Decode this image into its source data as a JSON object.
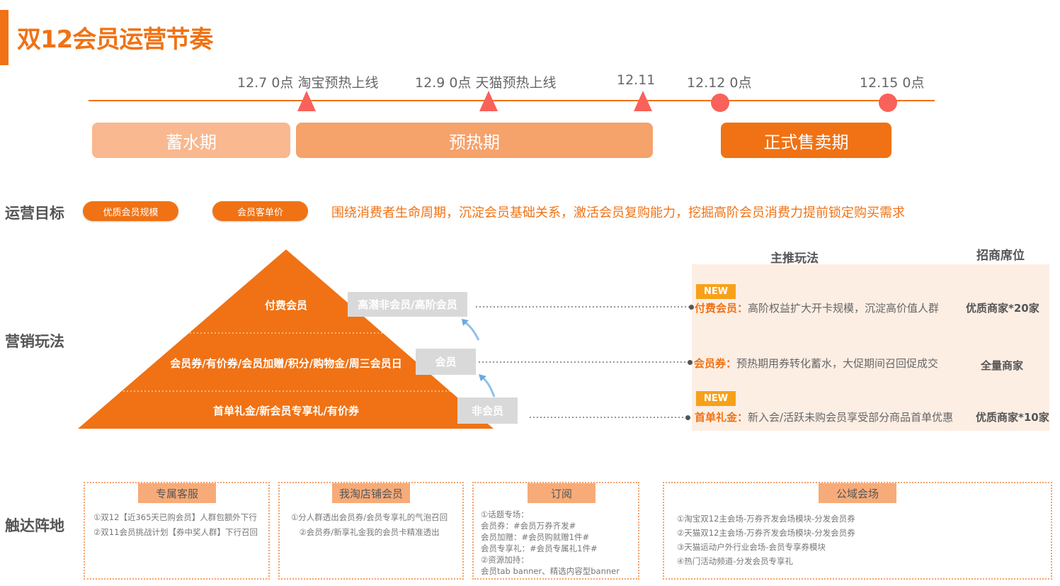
{
  "title": "双12会员运营节奏",
  "timeline": {
    "milestones": [
      "12.7 0点 淘宝预热上线",
      "12.9 0点 天猫预热上线",
      "12.11",
      "12.12 0点",
      "12.15 0点"
    ],
    "phases": [
      "蓄水期",
      "预热期",
      "正式售卖期"
    ]
  },
  "goals": {
    "label": "运营目标",
    "pills": [
      "优质会员规模",
      "会员客单价"
    ],
    "text": "围绕消费者生命周期，沉淀会员基础关系，激活会员复购能力，挖掘高阶会员消费力提前锁定购买需求"
  },
  "marketing": {
    "label": "营销玩法",
    "pyramid": [
      "付费会员",
      "会员券/有价券/会员加赠/积分/购物金/周三会员日",
      "首单礼金/新会员专享礼/有价券"
    ],
    "tiers": [
      "高潜非会员/高阶会员",
      "会员",
      "非会员"
    ],
    "col_play": "主推玩法",
    "col_seat": "招商席位",
    "new_badge": "NEW",
    "rows": [
      {
        "name": "付费会员：",
        "desc": "高阶权益扩大开卡规模，沉淀高价值人群",
        "seat": "优质商家*20家"
      },
      {
        "name": "会员券：",
        "desc": "预热期用券转化蓄水，大促期间召回促成交",
        "seat": "全量商家"
      },
      {
        "name": "首单礼金：",
        "desc": "新入会/活跃未购会员享受部分商品首单优惠",
        "seat": "优质商家*10家"
      }
    ]
  },
  "touch": {
    "label": "触达阵地",
    "cards": [
      {
        "title": "专属客服",
        "lines": [
          "①双12【近365天已购会员】人群包额外下行",
          "②双11会员挑战计划【券中奖人群】下行召回"
        ]
      },
      {
        "title": "我淘店铺会员",
        "lines": [
          "①分人群透出会员券/会员专享礼的气泡召回",
          "②会员券/新享礼金我的会员卡精准透出"
        ]
      },
      {
        "title": "订阅",
        "lines": [
          "①话题专场：",
          "会员券：#会员万券齐发#",
          "会员加赠：#会员购就赠1件#",
          "会员专享礼：#会员专属礼1件#",
          "②资源加持：",
          "会员tab banner、精选内容型banner"
        ]
      },
      {
        "title": "公域会场",
        "lines": [
          "①淘宝双12主会场-万券齐发会场模块-分发会员券",
          "②天猫双12主会场-万券齐发会场模块-分发会员券",
          "③天猫运动户外行业会场-会员专享券模块",
          "④热门活动频道-分发会员专享礼"
        ]
      }
    ]
  },
  "colors": {
    "accent": "#f07214",
    "marker": "#f8625a",
    "phase1": "#f9b88f",
    "phase2": "#f5a26b"
  }
}
